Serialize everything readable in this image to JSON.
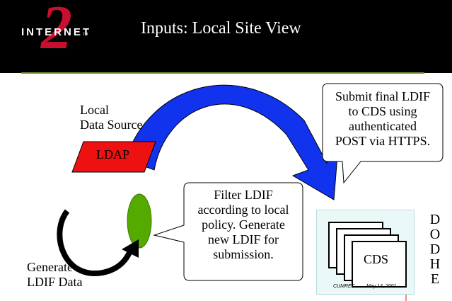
{
  "header": {
    "title": "Inputs: Local Site View",
    "logo_word": "INTERNET",
    "logo_tm": "TM",
    "logo_numeral": "2"
  },
  "diagram": {
    "local_data_source": [
      "Local",
      "Data Source"
    ],
    "ldap": "LDAP",
    "generate_ldif": [
      "Generate",
      "LDIF Data"
    ],
    "filter_callout": [
      "Filter LDIF",
      "according to local",
      "policy.  Generate",
      "new LDIF for",
      "submission."
    ],
    "submit_callout": [
      "Submit final LDIF",
      "to CDS using",
      "authenticated",
      "POST via HTTPS."
    ],
    "cds": "CDS",
    "footer_left": "CUMREC",
    "footer_right": "May 14, 2001",
    "side_letters": [
      "D",
      "O",
      "D",
      "H",
      "E"
    ]
  },
  "colors": {
    "header_bg": "#000000",
    "logo_red": "#c8102e",
    "ldap_fill": "#ee1111",
    "node_green": "#55aa00",
    "arrow_blue": "#1133ee",
    "cds_box_bg": "#eaf8f8"
  }
}
